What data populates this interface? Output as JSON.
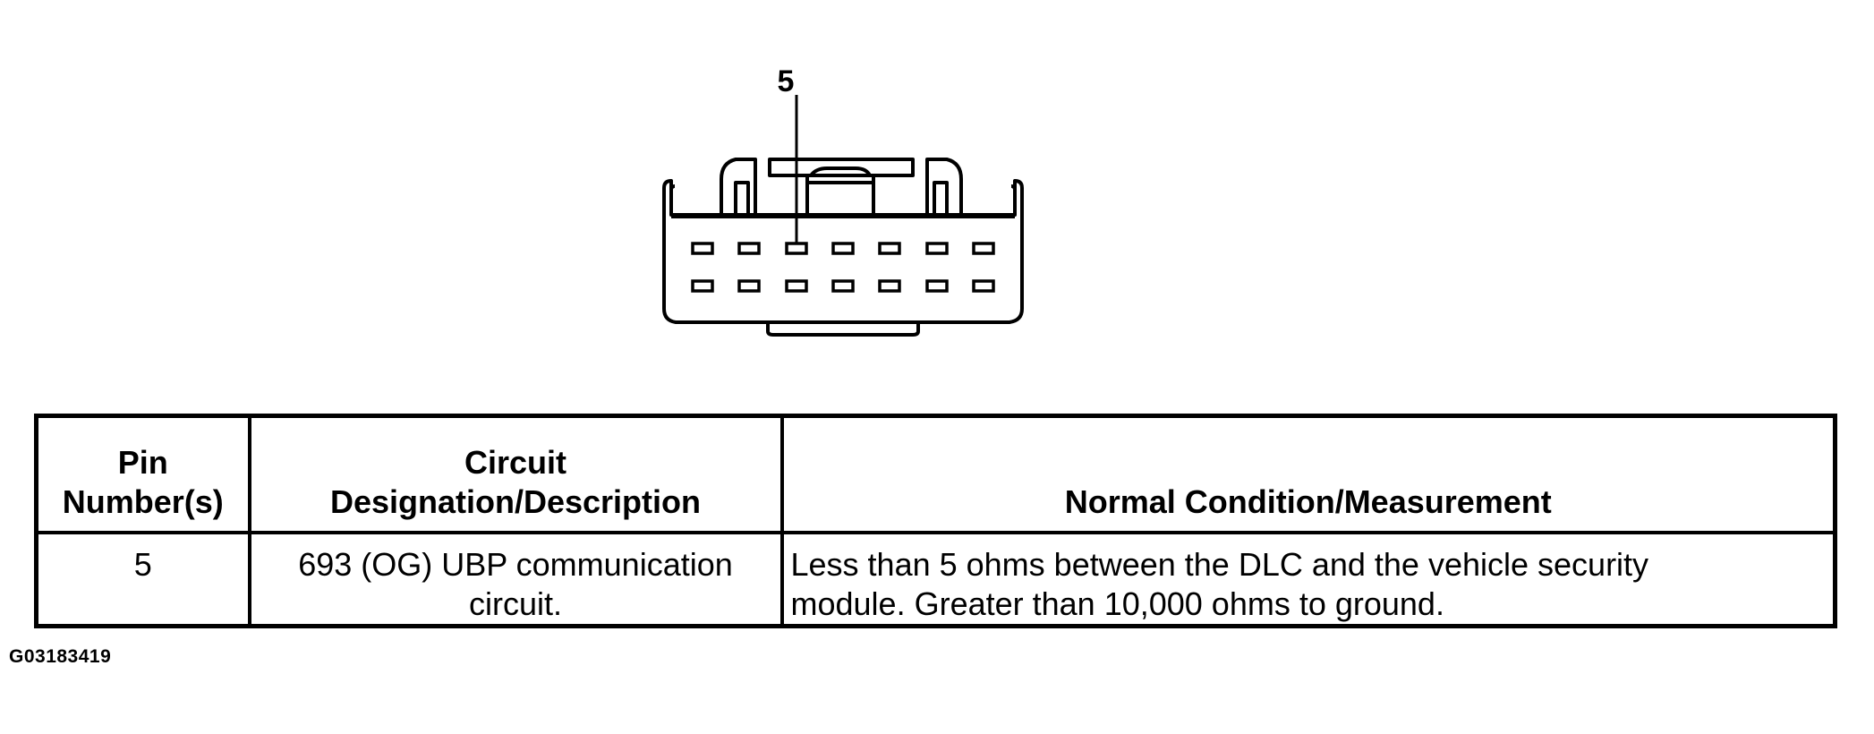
{
  "diagram": {
    "pin_callout": "5",
    "connector_rows": 2,
    "connector_cols": 7
  },
  "table": {
    "headers": {
      "pin": [
        "Pin",
        "Number(s)"
      ],
      "circuit": [
        "Circuit",
        "Designation/Description"
      ],
      "condition": "Normal Condition/Measurement"
    },
    "rows": [
      {
        "pin": "5",
        "circuit": [
          "693 (OG) UBP communication",
          "circuit."
        ],
        "condition": [
          "Less than 5 ohms between the DLC and the vehicle security",
          "module. Greater than 10,000 ohms to ground."
        ]
      }
    ]
  },
  "figure_id": "G03183419"
}
